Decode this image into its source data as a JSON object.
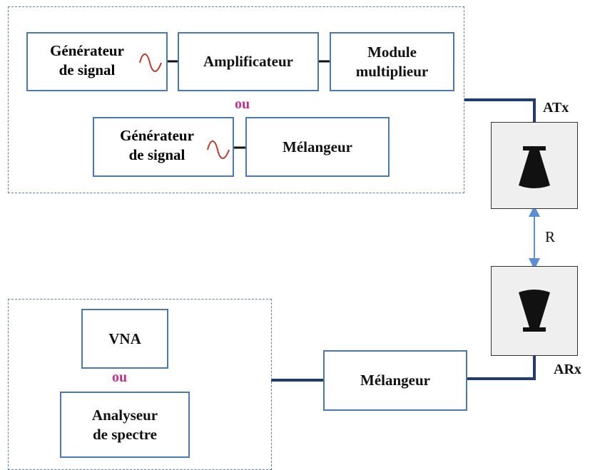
{
  "transmitter": {
    "generator_1": "Générateur\nde signal",
    "amplifier": "Amplificateur",
    "multiplier": "Module\nmultiplieur",
    "or_label": "ou",
    "generator_2": "Générateur\nde signal",
    "mixer": "Mélangeur"
  },
  "antennas": {
    "tx_label": "ATx",
    "rx_label": "ARx",
    "distance_label": "R"
  },
  "receiver": {
    "vna": "VNA",
    "or_label": "ou",
    "spectrum_analyzer": "Analyseur\nde spectre",
    "mixer": "Mélangeur"
  },
  "colors": {
    "block_border": "#4a78b3",
    "connection_line": "#1f3d73",
    "or_text": "#c0308f",
    "sine_wave": "#c0392b",
    "distance_arrow": "#5b8ed6"
  }
}
